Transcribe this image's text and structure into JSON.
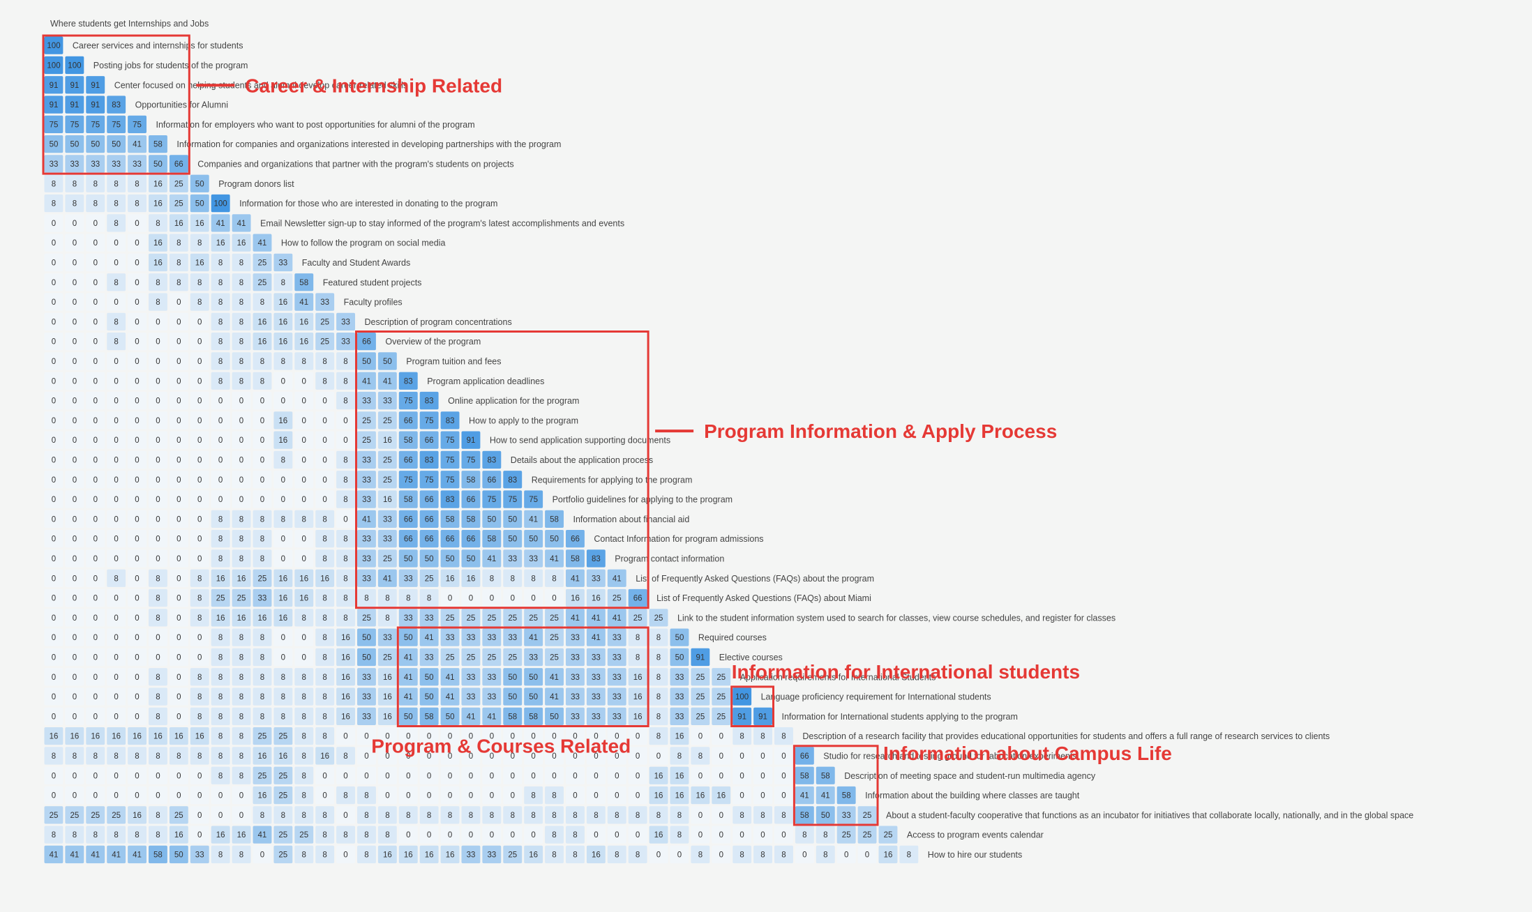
{
  "title": "Where students get Internships and Jobs",
  "colors": {
    "annotation": "#e53935",
    "cell_text": "#333333",
    "label_text": "#444444"
  },
  "chart_data": {
    "type": "heatmap",
    "title": "Where students get Internships and Jobs",
    "value_range": [
      0,
      100
    ],
    "labels": [
      "Career services and internships for students",
      "Posting jobs for students of the program",
      "Center focused on helping students and alumni develop career-related skills",
      "Opportunities for Alumni",
      "Information for employers who want to post opportunities for alumni of the program",
      "Information for companies and organizations interested in developing partnerships with the program",
      "Companies and organizations that partner with the program's students on projects",
      "Program donors list",
      "Information for those who are interested in donating to the program",
      "Email Newsletter sign-up to stay informed of the program's latest accomplishments and events",
      "How to follow the program on social media",
      "Faculty and Student Awards",
      "Featured student projects",
      "Faculty profiles",
      "Description of program concentrations",
      "Overview of the program",
      "Program tuition and fees",
      "Program application deadlines",
      "Online application for the program",
      "How to apply to the program",
      "How to send application supporting documents",
      "Details about the application process",
      "Requirements for applying to the program",
      "Portfolio guidelines for applying to the program",
      "Information about financial aid",
      "Contact Information for program admissions",
      "Program contact information",
      "List of Frequently Asked Questions (FAQs) about the program",
      "List of Frequently Asked Questions (FAQs) about Miami",
      "Link to the student information system used to search for classes, view course schedules, and register for classes",
      "Required courses",
      "Elective courses",
      "Application requirements for International Students",
      "Language proficiency requirement for International students",
      "Information for International students applying to the program",
      "Description of a research facility that provides educational opportunities for students and offers a full range of research services to clients",
      "Studio for research and testing ground for fabrication experiments",
      "Description of meeting space and student-run multimedia agency",
      "Information about the building where classes are taught",
      "About a student-faculty cooperative that functions as an incubator for initiatives that collaborate locally, nationally, and in the global space",
      "Access to program events calendar",
      "How to hire our students"
    ],
    "rows": [
      [
        100
      ],
      [
        100,
        100
      ],
      [
        91,
        91,
        91
      ],
      [
        91,
        91,
        91,
        83
      ],
      [
        75,
        75,
        75,
        75,
        75
      ],
      [
        50,
        50,
        50,
        50,
        41,
        58
      ],
      [
        33,
        33,
        33,
        33,
        33,
        50,
        66
      ],
      [
        8,
        8,
        8,
        8,
        8,
        16,
        25,
        50
      ],
      [
        8,
        8,
        8,
        8,
        8,
        16,
        25,
        50,
        100
      ],
      [
        0,
        0,
        0,
        8,
        0,
        8,
        16,
        16,
        41,
        41
      ],
      [
        0,
        0,
        0,
        0,
        0,
        16,
        8,
        8,
        16,
        16,
        41
      ],
      [
        0,
        0,
        0,
        0,
        0,
        16,
        8,
        16,
        8,
        8,
        25,
        33
      ],
      [
        0,
        0,
        0,
        8,
        0,
        8,
        8,
        8,
        8,
        8,
        25,
        8,
        58
      ],
      [
        0,
        0,
        0,
        0,
        0,
        8,
        0,
        8,
        8,
        8,
        8,
        16,
        41,
        33
      ],
      [
        0,
        0,
        0,
        8,
        0,
        0,
        0,
        0,
        8,
        8,
        16,
        16,
        16,
        25,
        33
      ],
      [
        0,
        0,
        0,
        8,
        0,
        0,
        0,
        0,
        8,
        8,
        16,
        16,
        16,
        25,
        33,
        66
      ],
      [
        0,
        0,
        0,
        0,
        0,
        0,
        0,
        0,
        8,
        8,
        8,
        8,
        8,
        8,
        8,
        50,
        50
      ],
      [
        0,
        0,
        0,
        0,
        0,
        0,
        0,
        0,
        8,
        8,
        8,
        0,
        0,
        8,
        8,
        41,
        41,
        83
      ],
      [
        0,
        0,
        0,
        0,
        0,
        0,
        0,
        0,
        0,
        0,
        0,
        0,
        0,
        0,
        8,
        33,
        33,
        75,
        83
      ],
      [
        0,
        0,
        0,
        0,
        0,
        0,
        0,
        0,
        0,
        0,
        0,
        16,
        0,
        0,
        0,
        25,
        25,
        66,
        75,
        83
      ],
      [
        0,
        0,
        0,
        0,
        0,
        0,
        0,
        0,
        0,
        0,
        0,
        16,
        0,
        0,
        0,
        25,
        16,
        58,
        66,
        75,
        91
      ],
      [
        0,
        0,
        0,
        0,
        0,
        0,
        0,
        0,
        0,
        0,
        0,
        8,
        0,
        0,
        8,
        33,
        25,
        66,
        83,
        75,
        75,
        83
      ],
      [
        0,
        0,
        0,
        0,
        0,
        0,
        0,
        0,
        0,
        0,
        0,
        0,
        0,
        0,
        8,
        33,
        25,
        75,
        75,
        75,
        58,
        66,
        83
      ],
      [
        0,
        0,
        0,
        0,
        0,
        0,
        0,
        0,
        0,
        0,
        0,
        0,
        0,
        0,
        8,
        33,
        16,
        58,
        66,
        83,
        66,
        75,
        75,
        75
      ],
      [
        0,
        0,
        0,
        0,
        0,
        0,
        0,
        0,
        8,
        8,
        8,
        8,
        8,
        8,
        0,
        41,
        33,
        66,
        66,
        58,
        58,
        50,
        50,
        41,
        58
      ],
      [
        0,
        0,
        0,
        0,
        0,
        0,
        0,
        0,
        8,
        8,
        8,
        0,
        0,
        8,
        8,
        33,
        33,
        66,
        66,
        66,
        66,
        58,
        50,
        50,
        50,
        66
      ],
      [
        0,
        0,
        0,
        0,
        0,
        0,
        0,
        0,
        8,
        8,
        8,
        0,
        0,
        8,
        8,
        33,
        25,
        50,
        50,
        50,
        50,
        41,
        33,
        33,
        41,
        58,
        83
      ],
      [
        0,
        0,
        0,
        8,
        0,
        8,
        0,
        8,
        16,
        16,
        25,
        16,
        16,
        16,
        8,
        33,
        41,
        33,
        25,
        16,
        16,
        8,
        8,
        8,
        8,
        41,
        33,
        41
      ],
      [
        0,
        0,
        0,
        0,
        0,
        8,
        0,
        8,
        25,
        25,
        33,
        16,
        16,
        8,
        8,
        8,
        8,
        8,
        8,
        0,
        0,
        0,
        0,
        0,
        0,
        16,
        16,
        25,
        66
      ],
      [
        0,
        0,
        0,
        0,
        0,
        8,
        0,
        8,
        16,
        16,
        16,
        16,
        8,
        8,
        8,
        25,
        8,
        33,
        33,
        25,
        25,
        25,
        25,
        25,
        25,
        41,
        41,
        41,
        25,
        25
      ],
      [
        0,
        0,
        0,
        0,
        0,
        0,
        0,
        0,
        8,
        8,
        8,
        0,
        0,
        8,
        16,
        50,
        33,
        50,
        41,
        33,
        33,
        33,
        33,
        41,
        25,
        33,
        41,
        33,
        8,
        8,
        50
      ],
      [
        0,
        0,
        0,
        0,
        0,
        0,
        0,
        0,
        8,
        8,
        8,
        0,
        0,
        8,
        16,
        50,
        25,
        41,
        33,
        25,
        25,
        25,
        25,
        33,
        25,
        33,
        33,
        33,
        8,
        8,
        50,
        91
      ],
      [
        0,
        0,
        0,
        0,
        0,
        8,
        0,
        8,
        8,
        8,
        8,
        8,
        8,
        8,
        16,
        33,
        16,
        41,
        50,
        41,
        33,
        33,
        50,
        50,
        41,
        33,
        33,
        33,
        16,
        8,
        33,
        25,
        25
      ],
      [
        0,
        0,
        0,
        0,
        0,
        8,
        0,
        8,
        8,
        8,
        8,
        8,
        8,
        8,
        16,
        33,
        16,
        41,
        50,
        41,
        33,
        33,
        50,
        50,
        41,
        33,
        33,
        33,
        16,
        8,
        33,
        25,
        25,
        100
      ],
      [
        0,
        0,
        0,
        0,
        0,
        8,
        0,
        8,
        8,
        8,
        8,
        8,
        8,
        8,
        16,
        33,
        16,
        50,
        58,
        50,
        41,
        41,
        58,
        58,
        50,
        33,
        33,
        33,
        16,
        8,
        33,
        25,
        25,
        91,
        91
      ],
      [
        16,
        16,
        16,
        16,
        16,
        16,
        16,
        16,
        8,
        8,
        25,
        25,
        8,
        8,
        0,
        0,
        0,
        0,
        0,
        0,
        0,
        0,
        0,
        0,
        0,
        0,
        0,
        0,
        0,
        8,
        16,
        0,
        0,
        8,
        8,
        8
      ],
      [
        8,
        8,
        8,
        8,
        8,
        8,
        8,
        8,
        8,
        8,
        16,
        16,
        8,
        16,
        8,
        0,
        0,
        0,
        0,
        0,
        0,
        0,
        0,
        0,
        0,
        0,
        0,
        0,
        0,
        0,
        8,
        8,
        0,
        0,
        0,
        0,
        66
      ],
      [
        0,
        0,
        0,
        0,
        0,
        0,
        0,
        0,
        8,
        8,
        25,
        25,
        8,
        0,
        0,
        0,
        0,
        0,
        0,
        0,
        0,
        0,
        0,
        0,
        0,
        0,
        0,
        0,
        0,
        16,
        16,
        0,
        0,
        0,
        0,
        0,
        58,
        58
      ],
      [
        0,
        0,
        0,
        0,
        0,
        0,
        0,
        0,
        0,
        0,
        16,
        25,
        8,
        0,
        8,
        8,
        0,
        0,
        0,
        0,
        0,
        0,
        0,
        8,
        8,
        0,
        0,
        0,
        0,
        16,
        16,
        16,
        16,
        0,
        0,
        0,
        41,
        41,
        58
      ],
      [
        25,
        25,
        25,
        25,
        16,
        8,
        25,
        0,
        0,
        0,
        8,
        8,
        8,
        8,
        0,
        8,
        8,
        8,
        8,
        8,
        8,
        8,
        8,
        8,
        8,
        8,
        8,
        8,
        8,
        8,
        8,
        0,
        0,
        8,
        8,
        8,
        58,
        50,
        33,
        25
      ],
      [
        8,
        8,
        8,
        8,
        8,
        8,
        16,
        0,
        16,
        16,
        41,
        25,
        25,
        8,
        8,
        8,
        8,
        0,
        0,
        0,
        0,
        0,
        0,
        0,
        8,
        8,
        0,
        0,
        0,
        16,
        8,
        0,
        0,
        0,
        0,
        0,
        8,
        8,
        25,
        25,
        25
      ],
      [
        41,
        41,
        41,
        41,
        41,
        58,
        50,
        33,
        8,
        8,
        0,
        25,
        8,
        8,
        0,
        8,
        16,
        16,
        16,
        16,
        33,
        33,
        25,
        16,
        8,
        8,
        16,
        8,
        8,
        0,
        0,
        8,
        0,
        8,
        8,
        8,
        0,
        8,
        0,
        0,
        16,
        8
      ]
    ],
    "groups": [
      {
        "name": "Career & Internship Related",
        "rows": [
          0,
          6
        ],
        "cols": [
          0,
          6
        ]
      },
      {
        "name": "Program Information & Apply Process",
        "rows": [
          15,
          28
        ],
        "cols": [
          15,
          28
        ]
      },
      {
        "name": "Program & Courses Related",
        "rows": [
          30,
          34
        ],
        "cols": [
          17,
          28
        ]
      },
      {
        "name": "Information for International students",
        "rows": [
          33,
          34
        ],
        "cols": [
          33,
          34
        ]
      },
      {
        "name": "Information about Campus Life",
        "rows": [
          36,
          39
        ],
        "cols": [
          36,
          39
        ]
      }
    ]
  }
}
